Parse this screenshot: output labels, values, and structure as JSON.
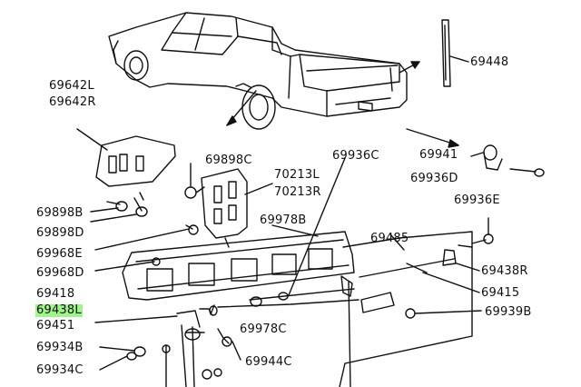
{
  "diagram": {
    "colors": {
      "ink": "#111111",
      "highlight": "#9ff58a",
      "background": "#ffffff"
    },
    "highlighted_part": "69438L",
    "parts": [
      {
        "id": "p69448",
        "label": "69448"
      },
      {
        "id": "p69642L",
        "label": "69642L"
      },
      {
        "id": "p69642R",
        "label": "69642R"
      },
      {
        "id": "p69941",
        "label": "69941"
      },
      {
        "id": "p69936C",
        "label": "69936C"
      },
      {
        "id": "p69898C",
        "label": "69898C"
      },
      {
        "id": "p69936D",
        "label": "69936D"
      },
      {
        "id": "p70213L",
        "label": "70213L"
      },
      {
        "id": "p70213R",
        "label": "70213R"
      },
      {
        "id": "p69936E",
        "label": "69936E"
      },
      {
        "id": "p69898B",
        "label": "69898B"
      },
      {
        "id": "p69898D",
        "label": "69898D"
      },
      {
        "id": "p69978B",
        "label": "69978B"
      },
      {
        "id": "p69968E",
        "label": "69968E"
      },
      {
        "id": "p69485",
        "label": "69485"
      },
      {
        "id": "p69968D",
        "label": "69968D"
      },
      {
        "id": "p69438R",
        "label": "69438R"
      },
      {
        "id": "p69418",
        "label": "69418"
      },
      {
        "id": "p69415",
        "label": "69415"
      },
      {
        "id": "p69438L",
        "label": "69438L"
      },
      {
        "id": "p69939B",
        "label": "69939B"
      },
      {
        "id": "p69451",
        "label": "69451"
      },
      {
        "id": "p69978C",
        "label": "69978C"
      },
      {
        "id": "p69934B",
        "label": "69934B"
      },
      {
        "id": "p69944C",
        "label": "69944C"
      },
      {
        "id": "p69934C",
        "label": "69934C"
      }
    ]
  }
}
